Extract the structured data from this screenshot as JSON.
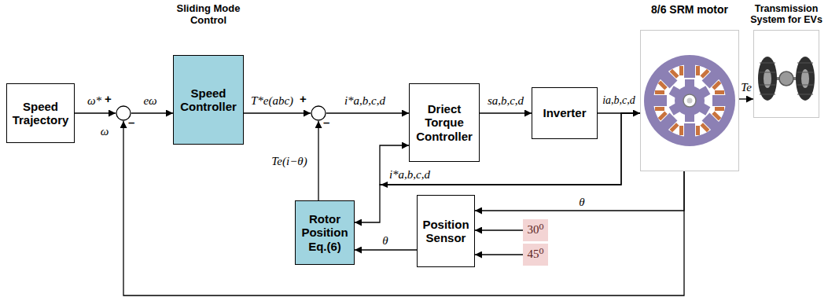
{
  "diagram": {
    "nodes": [
      {
        "text": [
          "Speed Trajectory"
        ]
      },
      {
        "text": [
          "+",
          "–"
        ]
      },
      {
        "text": [
          "Sliding Mode Control",
          "Speed Controller"
        ]
      },
      {
        "text": [
          "+",
          "–"
        ]
      },
      {
        "text": [
          "Driect Torque Controller"
        ]
      },
      {
        "text": [
          "Inverter"
        ]
      },
      {
        "text": [
          "8/6 SRM motor"
        ]
      },
      {
        "text": [
          "Transmission System for EVs"
        ]
      },
      {
        "text": [
          "Rotor Position Eq.(6)"
        ]
      },
      {
        "text": [
          "Position Sensor"
        ]
      },
      {
        "text": [
          "30⁰"
        ]
      },
      {
        "text": [
          "45⁰"
        ]
      }
    ],
    "edges": [
      {
        "from": 0,
        "to": 1,
        "arrow": "to",
        "label": "ω*"
      },
      {
        "from": 1,
        "to": 2,
        "arrow": "to",
        "label": "eω"
      },
      {
        "from": 2,
        "to": 3,
        "arrow": "to",
        "label": "T*e(abc)"
      },
      {
        "from": 3,
        "to": 4,
        "arrow": "to",
        "label": "i*a,b,c,d"
      },
      {
        "from": 4,
        "to": 5,
        "arrow": "to",
        "label": "sa,b,c,d"
      },
      {
        "from": 5,
        "to": 6,
        "arrow": "to",
        "label": "ia,b,c,d"
      },
      {
        "from": 6,
        "to": 7,
        "arrow": "to",
        "label": "Te"
      },
      {
        "from": 6,
        "to": 4,
        "arrow": "to",
        "label": "i*a,b,c,d"
      },
      {
        "from": 6,
        "to": 8,
        "arrow": "to"
      },
      {
        "from": 6,
        "to": 9,
        "arrow": "to",
        "label": "θ"
      },
      {
        "from": 10,
        "to": 9,
        "arrow": "to"
      },
      {
        "from": 11,
        "to": 9,
        "arrow": "to"
      },
      {
        "from": 9,
        "to": 8,
        "arrow": "to",
        "label": "θ"
      },
      {
        "from": 8,
        "to": 3,
        "arrow": "to",
        "label": "Te(i−θ)"
      },
      {
        "from": 6,
        "to": 1,
        "arrow": "to",
        "label": "ω"
      }
    ]
  }
}
